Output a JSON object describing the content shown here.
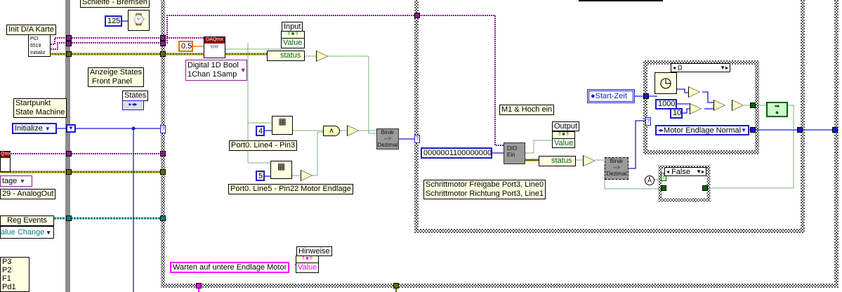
{
  "left": {
    "schleife_label": "Schleife - Bremsen",
    "init_label": "Init D/A Karte",
    "pci_node": "PCI\n6518\nInitializ",
    "wait_value": "125",
    "anzeige_label": "Anzeige States\n Front Panel",
    "states_label": "States",
    "startpunkt_label": "Startpunkt\nState Machine",
    "initialize_enum": "Initialize",
    "daqmx_partial": "Qmx",
    "analog_ring": "tage",
    "analogout_label": "29 - AnalogOut",
    "reg_events": "Reg Events",
    "value_change": "alue Change",
    "enum_items": [
      "P3",
      "P2",
      "F1",
      "Pd1"
    ]
  },
  "main": {
    "daqmx_title": "DAQmx",
    "timeout_value": "0.5",
    "daq_mode": "Digital 1D Bool\n1Chan 1Samp",
    "input_label": "Input",
    "value_label": "Value",
    "status_label": "status",
    "index4_value": "4",
    "index5_value": "5",
    "port_line4": "Port0. Line4 - Pin3",
    "port_line5": "Port0. Line5 - Pin22 Motor Endlage",
    "binaer_dezimal": "Binär\n-->\nDezimal",
    "hinweise_label": "Hinweise",
    "warten_value": "Warten auf untere Endlage Motor"
  },
  "inner": {
    "m1_label": "M1 & Hoch ein",
    "output_label": "Output",
    "value_label": "Value",
    "binary_value": "0000001100000000",
    "dio_node": "DIO\nEin",
    "status_label": "status",
    "binaer_dezimal": "Binär\n-->\nDezimal",
    "schritt_label": "Schrittmotor Freigabe Port3, Line0\nSchrittmotor Richtung Port3, Line1",
    "start_zeit": "Start-Zeit",
    "case_selector": "0",
    "value_1000": "1000",
    "value_10": "10",
    "motor_enum": "Motor Endlage Normal",
    "false_case": "False"
  }
}
